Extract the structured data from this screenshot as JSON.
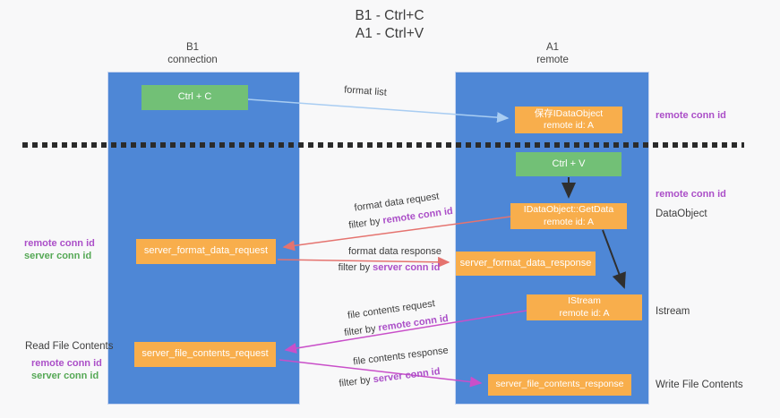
{
  "title": {
    "line1": "B1 - Ctrl+C",
    "line2": "A1 - Ctrl+V"
  },
  "lifelines": {
    "left": {
      "title": "B1",
      "subtitle": "connection"
    },
    "right": {
      "title": "A1",
      "subtitle": "remote"
    }
  },
  "boxes": {
    "ctrl_c": {
      "label": "Ctrl + C"
    },
    "ctrl_v": {
      "label": "Ctrl + V"
    },
    "save_idataobject": {
      "line1": "保存IDataObject",
      "line2": "remote id: A"
    },
    "getdata": {
      "line1": "IDataObject::GetData",
      "line2": "remote id: A"
    },
    "istream": {
      "line1": "IStream",
      "line2": "remote id: A"
    },
    "server_format_data_request": {
      "label": "server_format_data_request"
    },
    "server_format_data_response": {
      "label": "server_format_data_response"
    },
    "server_file_contents_request": {
      "label": "server_file_contents_request"
    },
    "server_file_contents_response": {
      "label": "server_file_contents_response"
    }
  },
  "arrow_labels": {
    "format_list": "format list",
    "format_data_request": "format data request",
    "format_data_response": "format data response",
    "file_contents_request": "file contents request",
    "file_contents_response": "file contents response",
    "filter_by": "filter by",
    "remote_conn_id": "remote conn id",
    "server_conn_id": "server conn id"
  },
  "side_labels": {
    "remote_conn_id": "remote conn id",
    "server_conn_id": "server conn id",
    "dataobject": "DataObject",
    "istream": "Istream",
    "read_file_contents": "Read File Contents",
    "write_file_contents": "Write File Contents"
  },
  "colors": {
    "lifeline_blue": "#4e87d6",
    "box_green": "#72c076",
    "box_orange": "#f8ae4c",
    "arrow_red": "#e5736f",
    "arrow_magenta": "#c94fc9",
    "arrow_light_blue": "#a9cdf2",
    "arrow_black": "#2f2f2f",
    "conn_id_purple": "#ab4fc8",
    "conn_id_green": "#55a855"
  }
}
